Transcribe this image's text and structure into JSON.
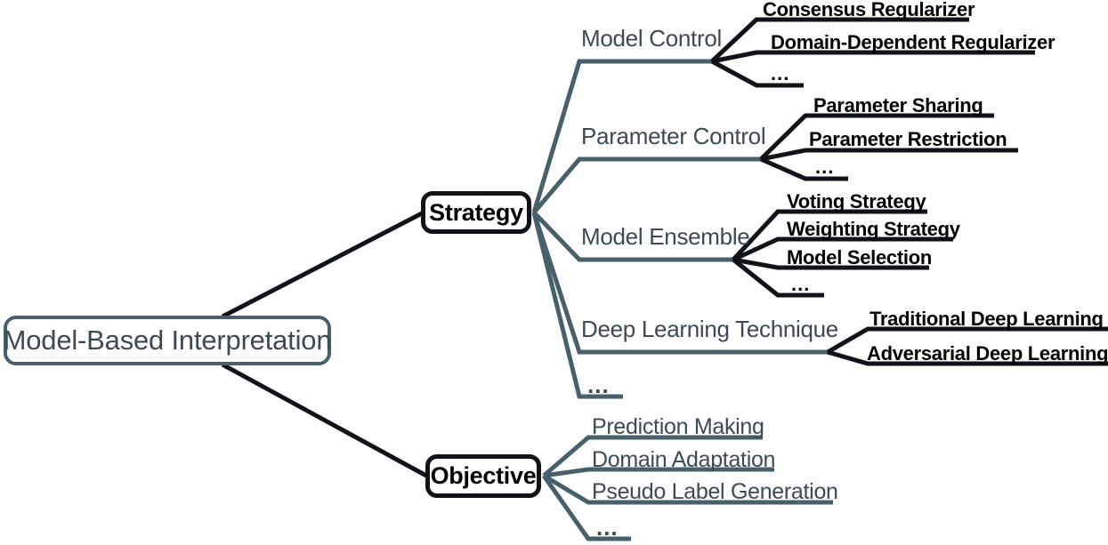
{
  "diagram": {
    "title": "Model-Based Interpretation taxonomy",
    "colors": {
      "slate": "#47606b",
      "slate_text": "#3c4a52",
      "black": "#101418",
      "background": "#ffffff"
    },
    "root": {
      "label": "Model-Based Interpretation"
    },
    "branches": [
      {
        "id": "strategy",
        "label": "Strategy",
        "children": [
          {
            "id": "model-control",
            "label": "Model Control",
            "children": [
              {
                "id": "consensus-regularizer",
                "label": "Consensus Regularizer"
              },
              {
                "id": "domain-dependent-regularizer",
                "label": "Domain-Dependent Regularizer"
              },
              {
                "id": "model-control-more",
                "label": "..."
              }
            ]
          },
          {
            "id": "parameter-control",
            "label": "Parameter Control",
            "children": [
              {
                "id": "parameter-sharing",
                "label": "Parameter Sharing"
              },
              {
                "id": "parameter-restriction",
                "label": "Parameter Restriction"
              },
              {
                "id": "parameter-control-more",
                "label": "..."
              }
            ]
          },
          {
            "id": "model-ensemble",
            "label": "Model Ensemble",
            "children": [
              {
                "id": "voting-strategy",
                "label": "Voting Strategy"
              },
              {
                "id": "weighting-strategy",
                "label": "Weighting Strategy"
              },
              {
                "id": "model-selection",
                "label": "Model Selection"
              },
              {
                "id": "model-ensemble-more",
                "label": "..."
              }
            ]
          },
          {
            "id": "deep-learning-technique",
            "label": "Deep Learning Technique",
            "children": [
              {
                "id": "traditional-deep-learning",
                "label": "Traditional Deep Learning"
              },
              {
                "id": "adversarial-deep-learning",
                "label": "Adversarial Deep Learning"
              }
            ]
          },
          {
            "id": "strategy-more",
            "label": "...",
            "children": []
          }
        ]
      },
      {
        "id": "objective",
        "label": "Objective",
        "children": [
          {
            "id": "prediction-making",
            "label": "Prediction Making"
          },
          {
            "id": "domain-adaptation",
            "label": "Domain Adaptation"
          },
          {
            "id": "pseudo-label-generation",
            "label": "Pseudo Label Generation"
          },
          {
            "id": "objective-more",
            "label": "..."
          }
        ]
      }
    ]
  }
}
